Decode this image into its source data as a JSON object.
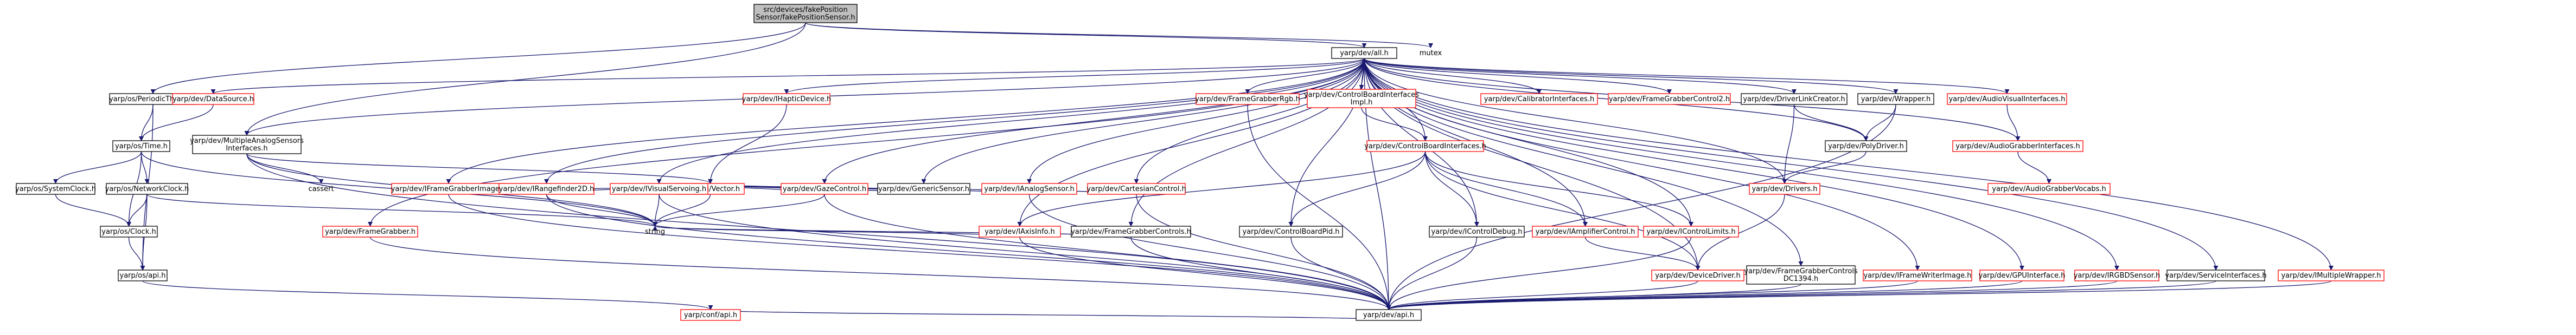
{
  "nodes": [
    {
      "id": "root",
      "lines": [
        "src/devices/fakePosition",
        "Sensor/fakePositionSensor.h"
      ],
      "style": "root"
    },
    {
      "id": "all",
      "lines": [
        "yarp/dev/all.h"
      ],
      "style": "black"
    },
    {
      "id": "mutex",
      "lines": [
        "mutex"
      ],
      "style": "none"
    },
    {
      "id": "periodic",
      "lines": [
        "yarp/os/PeriodicThread.h"
      ],
      "style": "black"
    },
    {
      "id": "multianalog",
      "lines": [
        "yarp/dev/MultipleAnalogSensors",
        "Interfaces.h"
      ],
      "style": "black"
    },
    {
      "id": "datasource",
      "lines": [
        "yarp/dev/DataSource.h"
      ],
      "style": "red"
    },
    {
      "id": "time",
      "lines": [
        "yarp/os/Time.h"
      ],
      "style": "black"
    },
    {
      "id": "systemclock",
      "lines": [
        "yarp/os/SystemClock.h"
      ],
      "style": "black"
    },
    {
      "id": "networkclock",
      "lines": [
        "yarp/os/NetworkClock.h"
      ],
      "style": "black"
    },
    {
      "id": "clock",
      "lines": [
        "yarp/os/Clock.h"
      ],
      "style": "black"
    },
    {
      "id": "osapi",
      "lines": [
        "yarp/os/api.h"
      ],
      "style": "black"
    },
    {
      "id": "confapi",
      "lines": [
        "yarp/conf/api.h"
      ],
      "style": "red"
    },
    {
      "id": "cassert",
      "lines": [
        "cassert"
      ],
      "style": "none"
    },
    {
      "id": "string",
      "lines": [
        "string"
      ],
      "style": "none"
    },
    {
      "id": "sigvector",
      "lines": [
        "yarp/sig/Vector.h"
      ],
      "style": "red"
    },
    {
      "id": "framegrabber",
      "lines": [
        "yarp/dev/FrameGrabber.h"
      ],
      "style": "red"
    },
    {
      "id": "framegrabberimage",
      "lines": [
        "yarp/dev/IFrameGrabberImage.h"
      ],
      "style": "red"
    },
    {
      "id": "rangefinder",
      "lines": [
        "yarp/dev/IRangefinder2D.h"
      ],
      "style": "red"
    },
    {
      "id": "visualservoing",
      "lines": [
        "yarp/dev/IVisualServoing.h"
      ],
      "style": "red"
    },
    {
      "id": "haptic",
      "lines": [
        "yarp/dev/IHapticDevice.h"
      ],
      "style": "red"
    },
    {
      "id": "gaze",
      "lines": [
        "yarp/dev/GazeControl.h"
      ],
      "style": "red"
    },
    {
      "id": "genericsensor",
      "lines": [
        "yarp/dev/GenericSensor.h"
      ],
      "style": "black"
    },
    {
      "id": "analogsensor",
      "lines": [
        "yarp/dev/IAnalogSensor.h"
      ],
      "style": "red"
    },
    {
      "id": "cartesian",
      "lines": [
        "yarp/dev/CartesianControl.h"
      ],
      "style": "red"
    },
    {
      "id": "framegrabberrgb",
      "lines": [
        "yarp/dev/FrameGrabberRgb.h"
      ],
      "style": "red"
    },
    {
      "id": "cbiimpl",
      "lines": [
        "yarp/dev/ControlBoardInterfaces",
        "Impl.h"
      ],
      "style": "red"
    },
    {
      "id": "cbi",
      "lines": [
        "yarp/dev/ControlBoardInterfaces.h"
      ],
      "style": "red"
    },
    {
      "id": "calibrator",
      "lines": [
        "yarp/dev/CalibratorInterfaces.h"
      ],
      "style": "red"
    },
    {
      "id": "fgcontrol2",
      "lines": [
        "yarp/dev/FrameGrabberControl2.h"
      ],
      "style": "red"
    },
    {
      "id": "drivercreator",
      "lines": [
        "yarp/dev/DriverLinkCreator.h"
      ],
      "style": "black"
    },
    {
      "id": "wrapper",
      "lines": [
        "yarp/dev/Wrapper.h"
      ],
      "style": "black"
    },
    {
      "id": "polydriver",
      "lines": [
        "yarp/dev/PolyDriver.h"
      ],
      "style": "black"
    },
    {
      "id": "drivers",
      "lines": [
        "yarp/dev/Drivers.h"
      ],
      "style": "red"
    },
    {
      "id": "audiovisual",
      "lines": [
        "yarp/dev/AudioVisualInterfaces.h"
      ],
      "style": "red"
    },
    {
      "id": "audiograbber",
      "lines": [
        "yarp/dev/AudioGrabberInterfaces.h"
      ],
      "style": "red"
    },
    {
      "id": "audiograbbervocabs",
      "lines": [
        "yarp/dev/AudioGrabberVocabs.h"
      ],
      "style": "red"
    },
    {
      "id": "iaxisinfo",
      "lines": [
        "yarp/dev/IAxisInfo.h"
      ],
      "style": "red"
    },
    {
      "id": "fgcontrols",
      "lines": [
        "yarp/dev/FrameGrabberControls.h"
      ],
      "style": "black"
    },
    {
      "id": "cbpid",
      "lines": [
        "yarp/dev/ControlBoardPid.h"
      ],
      "style": "black"
    },
    {
      "id": "icontroldebug",
      "lines": [
        "yarp/dev/IControlDebug.h"
      ],
      "style": "black"
    },
    {
      "id": "iamplifier",
      "lines": [
        "yarp/dev/IAmplifierControl.h"
      ],
      "style": "red"
    },
    {
      "id": "icontrollimits",
      "lines": [
        "yarp/dev/IControlLimits.h"
      ],
      "style": "red"
    },
    {
      "id": "devicedriver",
      "lines": [
        "yarp/dev/DeviceDriver.h"
      ],
      "style": "red"
    },
    {
      "id": "fgcontrolsdc",
      "lines": [
        "yarp/dev/FrameGrabberControls",
        "DC1394.h"
      ],
      "style": "black"
    },
    {
      "id": "framewriter",
      "lines": [
        "yarp/dev/IFrameWriterImage.h"
      ],
      "style": "red"
    },
    {
      "id": "gpu",
      "lines": [
        "yarp/dev/GPUInterface.h"
      ],
      "style": "red"
    },
    {
      "id": "rgbd",
      "lines": [
        "yarp/dev/IRGBDSensor.h"
      ],
      "style": "red"
    },
    {
      "id": "service",
      "lines": [
        "yarp/dev/ServiceInterfaces.h"
      ],
      "style": "black"
    },
    {
      "id": "multiplewrapper",
      "lines": [
        "yarp/dev/IMultipleWrapper.h"
      ],
      "style": "red"
    },
    {
      "id": "devapi",
      "lines": [
        "yarp/dev/api.h"
      ],
      "style": "black"
    }
  ],
  "edges": [
    [
      "root",
      "all"
    ],
    [
      "root",
      "mutex"
    ],
    [
      "root",
      "periodic"
    ],
    [
      "root",
      "multianalog"
    ],
    [
      "all",
      "datasource"
    ],
    [
      "all",
      "multianalog"
    ],
    [
      "all",
      "framegrabber"
    ],
    [
      "all",
      "framegrabberimage"
    ],
    [
      "all",
      "rangefinder"
    ],
    [
      "all",
      "visualservoing"
    ],
    [
      "all",
      "haptic"
    ],
    [
      "all",
      "gaze"
    ],
    [
      "all",
      "genericsensor"
    ],
    [
      "all",
      "analogsensor"
    ],
    [
      "all",
      "cartesian"
    ],
    [
      "all",
      "framegrabberrgb"
    ],
    [
      "all",
      "cbiimpl"
    ],
    [
      "all",
      "cbi"
    ],
    [
      "all",
      "calibrator"
    ],
    [
      "all",
      "fgcontrol2"
    ],
    [
      "all",
      "drivercreator"
    ],
    [
      "all",
      "wrapper"
    ],
    [
      "all",
      "polydriver"
    ],
    [
      "all",
      "drivers"
    ],
    [
      "all",
      "audiovisual"
    ],
    [
      "all",
      "audiograbber"
    ],
    [
      "all",
      "iaxisinfo"
    ],
    [
      "all",
      "fgcontrols"
    ],
    [
      "all",
      "cbpid"
    ],
    [
      "all",
      "icontroldebug"
    ],
    [
      "all",
      "iamplifier"
    ],
    [
      "all",
      "icontrollimits"
    ],
    [
      "all",
      "devicedriver"
    ],
    [
      "all",
      "fgcontrolsdc"
    ],
    [
      "all",
      "framewriter"
    ],
    [
      "all",
      "gpu"
    ],
    [
      "all",
      "rgbd"
    ],
    [
      "all",
      "service"
    ],
    [
      "all",
      "multiplewrapper"
    ],
    [
      "all",
      "devapi"
    ],
    [
      "periodic",
      "time"
    ],
    [
      "periodic",
      "osapi"
    ],
    [
      "datasource",
      "time"
    ],
    [
      "time",
      "systemclock"
    ],
    [
      "time",
      "networkclock"
    ],
    [
      "time",
      "clock"
    ],
    [
      "time",
      "string"
    ],
    [
      "systemclock",
      "clock"
    ],
    [
      "networkclock",
      "clock"
    ],
    [
      "networkclock",
      "osapi"
    ],
    [
      "networkclock",
      "string"
    ],
    [
      "clock",
      "osapi"
    ],
    [
      "osapi",
      "confapi"
    ],
    [
      "devapi",
      "confapi"
    ],
    [
      "multianalog",
      "sigvector"
    ],
    [
      "multianalog",
      "cassert"
    ],
    [
      "multianalog",
      "string"
    ],
    [
      "multianalog",
      "devapi"
    ],
    [
      "framegrabber",
      "devapi"
    ],
    [
      "framegrabberimage",
      "sigvector"
    ],
    [
      "framegrabberimage",
      "devapi"
    ],
    [
      "rangefinder",
      "sigvector"
    ],
    [
      "rangefinder",
      "string"
    ],
    [
      "rangefinder",
      "devapi"
    ],
    [
      "visualservoing",
      "sigvector"
    ],
    [
      "visualservoing",
      "string"
    ],
    [
      "visualservoing",
      "devapi"
    ],
    [
      "haptic",
      "sigvector"
    ],
    [
      "gaze",
      "sigvector"
    ],
    [
      "gaze",
      "string"
    ],
    [
      "gaze",
      "devapi"
    ],
    [
      "genericsensor",
      "sigvector"
    ],
    [
      "analogsensor",
      "sigvector"
    ],
    [
      "analogsensor",
      "devapi"
    ],
    [
      "cartesian",
      "sigvector"
    ],
    [
      "cartesian",
      "devapi"
    ],
    [
      "framegrabberrgb",
      "devapi"
    ],
    [
      "cbiimpl",
      "cbi"
    ],
    [
      "cbi",
      "iaxisinfo"
    ],
    [
      "cbi",
      "cbpid"
    ],
    [
      "cbi",
      "icontroldebug"
    ],
    [
      "cbi",
      "iamplifier"
    ],
    [
      "cbi",
      "icontrollimits"
    ],
    [
      "cbi",
      "devicedriver"
    ],
    [
      "drivercreator",
      "polydriver"
    ],
    [
      "drivercreator",
      "drivers"
    ],
    [
      "wrapper",
      "polydriver"
    ],
    [
      "wrapper",
      "devapi"
    ],
    [
      "polydriver",
      "drivers"
    ],
    [
      "drivers",
      "devicedriver"
    ],
    [
      "audiovisual",
      "audiograbber"
    ],
    [
      "audiograbber",
      "audiograbbervocabs"
    ],
    [
      "iaxisinfo",
      "string"
    ],
    [
      "iaxisinfo",
      "devapi"
    ],
    [
      "fgcontrols",
      "string"
    ],
    [
      "fgcontrols",
      "devapi"
    ],
    [
      "cbpid",
      "devapi"
    ],
    [
      "icontroldebug",
      "devapi"
    ],
    [
      "iamplifier",
      "devicedriver"
    ],
    [
      "icontrollimits",
      "devapi"
    ],
    [
      "devicedriver",
      "devapi"
    ],
    [
      "sigvector",
      "string"
    ],
    [
      "fgcontrolsdc",
      "devapi"
    ],
    [
      "framewriter",
      "devapi"
    ],
    [
      "gpu",
      "devapi"
    ],
    [
      "rgbd",
      "devapi"
    ],
    [
      "service",
      "devapi"
    ],
    [
      "multiplewrapper",
      "devapi"
    ]
  ]
}
